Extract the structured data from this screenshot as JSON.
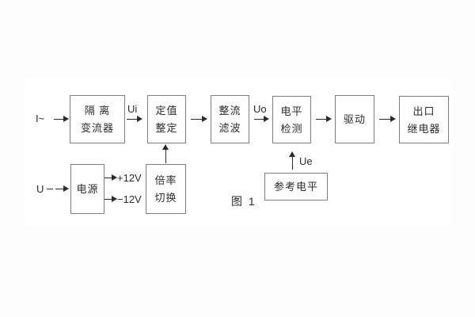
{
  "figure": {
    "caption": "图 1",
    "colors": {
      "background": "#ffffff",
      "box_border": "#7e7e7e",
      "text": "#2b2b2b"
    }
  },
  "signals": {
    "input_current": "I~",
    "input_voltage": "U",
    "ui": "Ui",
    "uo": "Uo",
    "ue": "Ue",
    "plus_12v": "+12V",
    "minus_12v": "−12V"
  },
  "blocks": {
    "isolation_transformer": {
      "line1": "隔 离",
      "line2": "变流器"
    },
    "setting_adjust": {
      "line1": "定值",
      "line2": "整定"
    },
    "rectify_filter": {
      "line1": "整流",
      "line2": "滤波"
    },
    "level_detect": {
      "line1": "电平",
      "line2": "检测"
    },
    "drive": {
      "line1": "驱动"
    },
    "output_relay": {
      "line1": "出口",
      "line2": "继电器"
    },
    "power_supply": {
      "line1": "电源"
    },
    "ratio_switch": {
      "line1": "倍率",
      "line2": "切换"
    },
    "reference_level": {
      "line1": "参考电平"
    }
  }
}
